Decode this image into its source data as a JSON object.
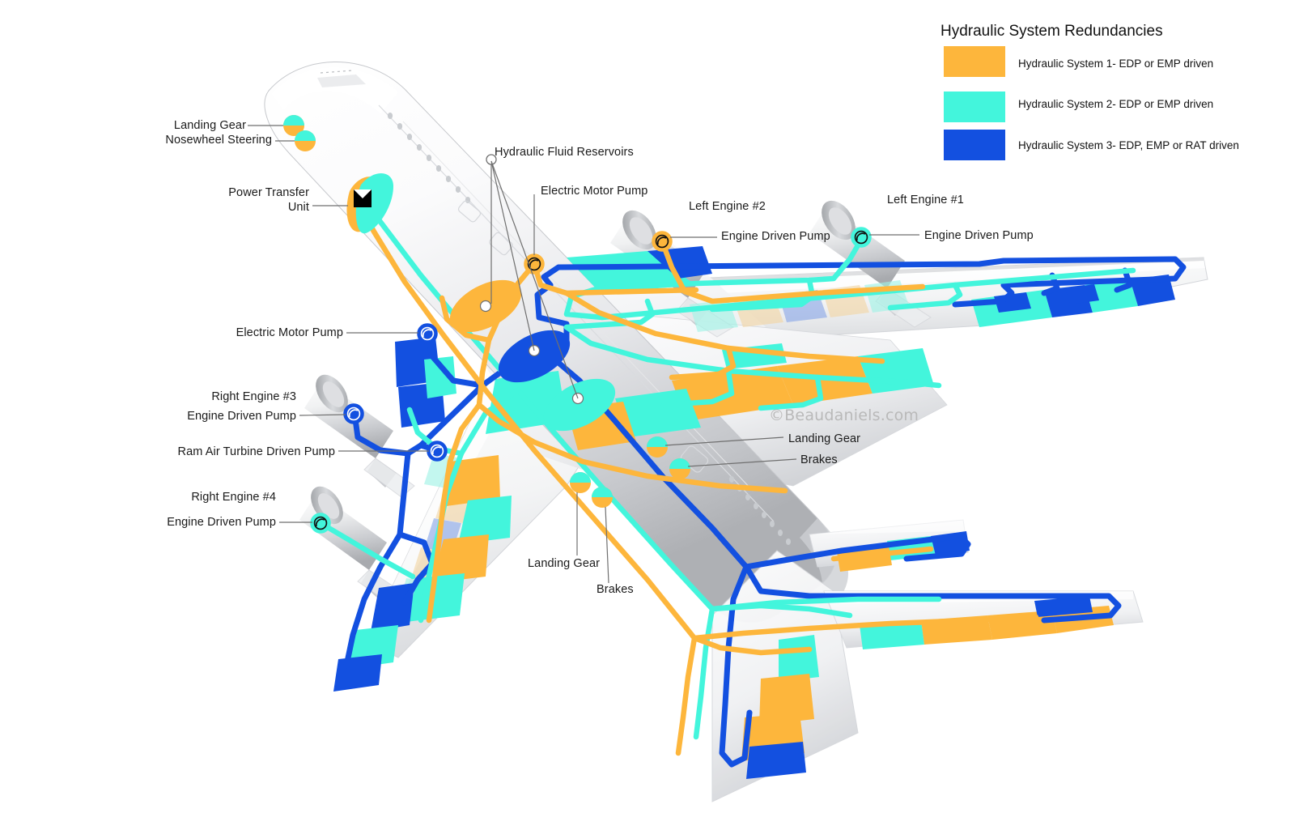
{
  "legend": {
    "title": "Hydraulic System Redundancies",
    "items": [
      {
        "label": "Hydraulic System 1- EDP or EMP driven",
        "color": "#FDB63C",
        "swatch_name": "legend-swatch-system-1"
      },
      {
        "label": "Hydraulic System 2- EDP or EMP driven",
        "color": "#43F5DC",
        "swatch_name": "legend-swatch-system-2"
      },
      {
        "label": "Hydraulic System 3- EDP,  EMP or RAT driven",
        "color": "#1350E0",
        "swatch_name": "legend-swatch-system-3"
      }
    ]
  },
  "watermark": "©Beaudaniels.com",
  "callouts": {
    "landing_gear_nose": "Landing Gear",
    "nosewheel_steering": "Nosewheel Steering",
    "power_transfer_unit": "Power Transfer\nUnit",
    "power_transfer_unit_l1": "Power Transfer",
    "power_transfer_unit_l2": "Unit",
    "hydraulic_fluid_reservoirs": "Hydraulic Fluid Reservoirs",
    "electric_motor_pump_top": "Electric Motor Pump",
    "electric_motor_pump_left": "Electric Motor Pump",
    "left_engine_2": "Left Engine #2",
    "left_engine_1": "Left Engine #1",
    "edp_engine_2": "Engine Driven Pump",
    "edp_engine_1": "Engine Driven Pump",
    "right_engine_3": "Right Engine #3",
    "edp_engine_3": "Engine Driven Pump",
    "ram_air_turbine": "Ram Air Turbine Driven Pump",
    "right_engine_4": "Right Engine #4",
    "edp_engine_4": "Engine Driven Pump",
    "landing_gear_right": "Landing Gear",
    "brakes_right": "Brakes",
    "landing_gear_left": "Landing Gear",
    "brakes_left": "Brakes"
  },
  "colors": {
    "system1": "#FDB63C",
    "system2": "#43F5DC",
    "system3": "#1350E0",
    "leader": "#6f6f6f",
    "body_light": "#fdfdfd",
    "body_mid": "#e3e4e6",
    "body_dark": "#b9bbbe",
    "panel_cyan": "#9ff3e6",
    "panel_tan": "#f3d6a4",
    "panel_blue": "#8aa7e8"
  }
}
